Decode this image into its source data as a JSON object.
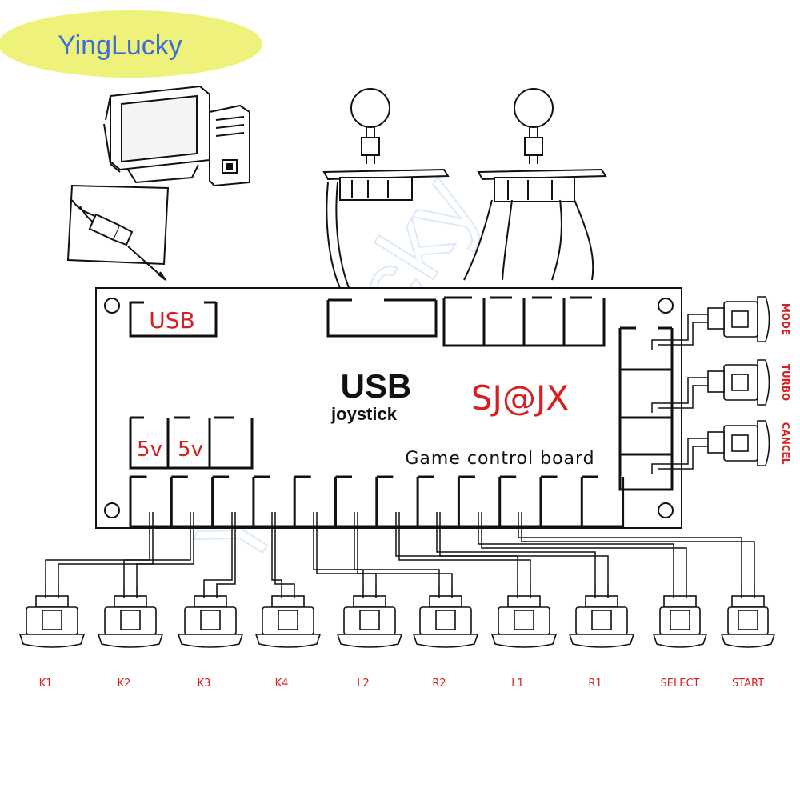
{
  "brand": {
    "name": "YingLucky",
    "bubble_color": "#eef27a",
    "text_color": "#3b6fd6"
  },
  "watermark": "YingLucky",
  "board": {
    "usb_port_label": "USB",
    "title_line1": "USB",
    "title_line2": "joystick",
    "model": "SJ@JX",
    "subtitle": "Game control board",
    "power_labels": [
      "5v",
      "5v"
    ]
  },
  "side_buttons": [
    {
      "label": "MODE"
    },
    {
      "label": "TURBO"
    },
    {
      "label": "CANCEL"
    }
  ],
  "bottom_buttons": [
    {
      "label": "K1"
    },
    {
      "label": "K2"
    },
    {
      "label": "K3"
    },
    {
      "label": "K4"
    },
    {
      "label": "L2"
    },
    {
      "label": "R2"
    },
    {
      "label": "L1"
    },
    {
      "label": "R1"
    },
    {
      "label": "SELECT"
    },
    {
      "label": "START"
    }
  ],
  "colors": {
    "accent_red": "#d42020",
    "line": "#111111"
  }
}
